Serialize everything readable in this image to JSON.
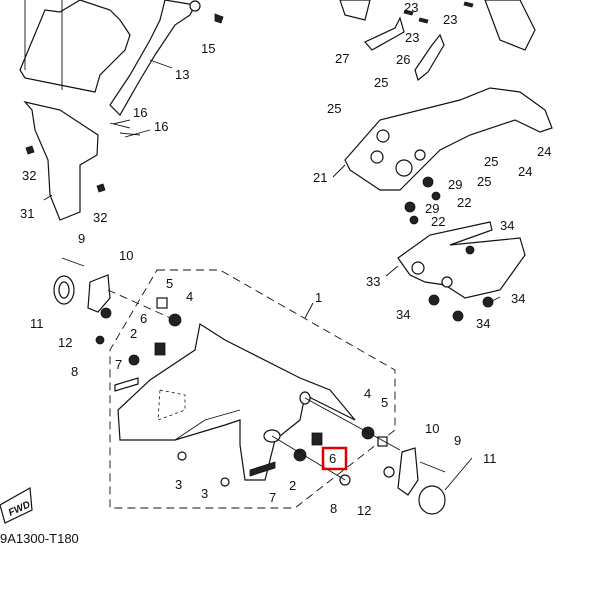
{
  "diagram_code": "9A1300-T180",
  "fwd_label": "FWD",
  "highlight_color": "#e00000",
  "highlighted_callout": "6",
  "callouts": [
    "15",
    "13",
    "16",
    "16",
    "32",
    "31",
    "32",
    "9",
    "10",
    "11",
    "12",
    "8",
    "7",
    "2",
    "6",
    "5",
    "4",
    "1",
    "3",
    "3",
    "7",
    "2",
    "6",
    "8",
    "12",
    "4",
    "5",
    "10",
    "9",
    "11",
    "23",
    "23",
    "23",
    "27",
    "26",
    "25",
    "25",
    "24",
    "25",
    "24",
    "25",
    "21",
    "29",
    "22",
    "29",
    "22",
    "34",
    "33",
    "34",
    "34",
    "34"
  ]
}
